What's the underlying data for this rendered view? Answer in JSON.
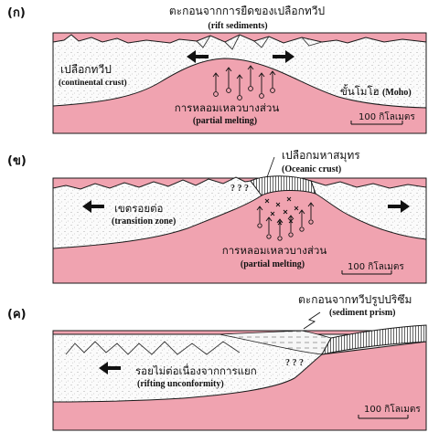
{
  "panels": [
    {
      "label": "(ก)",
      "title_th": "ตะกอนจากการยืดของเปลือกทวีป",
      "title_en": "(rift sediments)",
      "crust_th": "เปลือกทวีป",
      "crust_en": "(continental crust)",
      "moho_th": "ขั้นโมโฮ",
      "moho_en": "(Moho)",
      "melt_th": "การหลอมเหลวบางส่วน",
      "melt_en": "(partial melting)",
      "scale": "100 กิโลเมตร"
    },
    {
      "label": "(ข)",
      "oceanic_th": "เปลือกมหาสมุทร",
      "oceanic_en": "(Oceanic crust)",
      "transition_th": "เขตรอยต่อ",
      "transition_en": "(transition zone)",
      "melt_th": "การหลอมเหลวบางส่วน",
      "melt_en": "(partial melting)",
      "scale": "100 กิโลเมตร",
      "question_marks": "? ? ?"
    },
    {
      "label": "(ค)",
      "prism_th": "ตะกอนจากทวีปรูปปริซึม",
      "prism_en": "(sediment prism)",
      "unconf_th": "รอยไม่ต่อเนื่องจากการแยก",
      "unconf_en": "(rifting unconformity)",
      "scale": "100 กิโลเมตร",
      "question_marks": "? ? ?"
    }
  ],
  "colors": {
    "mantle": "#f0a3b0",
    "crust": "#fbfbfb",
    "outline": "#1a1a1a",
    "arrow": "#111111"
  }
}
